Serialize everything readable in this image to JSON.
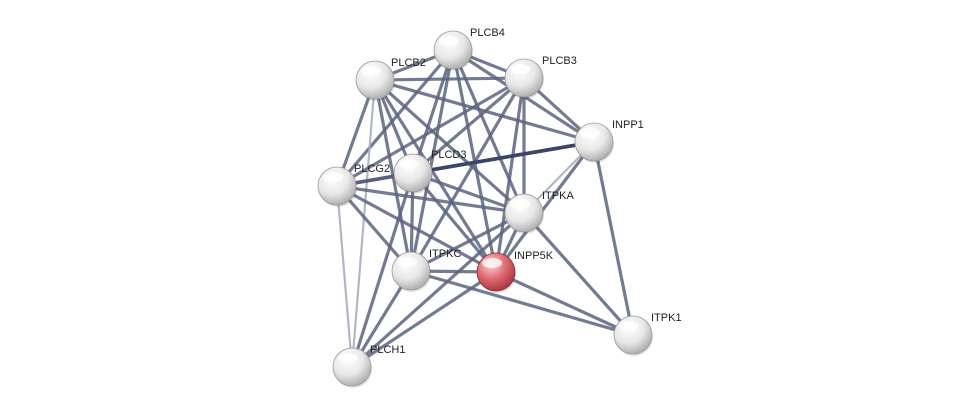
{
  "network": {
    "colors": {
      "edge": "#5a6480",
      "edge_light": "#a9aebd",
      "edge_dark": "#3a4466",
      "node": "#e6e6e6",
      "query_node": "#d9636b"
    },
    "nodes": [
      {
        "id": "PLCB4",
        "label": "PLCB4",
        "query": false
      },
      {
        "id": "PLCB2",
        "label": "PLCB2",
        "query": false
      },
      {
        "id": "PLCB3",
        "label": "PLCB3",
        "query": false
      },
      {
        "id": "INPP1",
        "label": "INPP1",
        "query": false
      },
      {
        "id": "PLCD3",
        "label": "PLCD3",
        "query": false
      },
      {
        "id": "PLCG2",
        "label": "PLCG2",
        "query": false
      },
      {
        "id": "ITPKA",
        "label": "ITPKA",
        "query": false
      },
      {
        "id": "INPP5K",
        "label": "INPP5K",
        "query": true
      },
      {
        "id": "ITPKC",
        "label": "ITPKC",
        "query": false
      },
      {
        "id": "ITPK1",
        "label": "ITPK1",
        "query": false
      },
      {
        "id": "PLCH1",
        "label": "PLCH1",
        "query": false
      }
    ],
    "edges": [
      [
        "PLCB4",
        "PLCB2"
      ],
      [
        "PLCB4",
        "PLCB3"
      ],
      [
        "PLCB4",
        "INPP1"
      ],
      [
        "PLCB4",
        "PLCD3"
      ],
      [
        "PLCB4",
        "PLCG2"
      ],
      [
        "PLCB4",
        "ITPKA"
      ],
      [
        "PLCB4",
        "INPP5K"
      ],
      [
        "PLCB4",
        "ITPKC"
      ],
      [
        "PLCB2",
        "PLCB3"
      ],
      [
        "PLCB2",
        "INPP1"
      ],
      [
        "PLCB2",
        "PLCD3"
      ],
      [
        "PLCB2",
        "PLCG2"
      ],
      [
        "PLCB2",
        "ITPKA"
      ],
      [
        "PLCB2",
        "INPP5K"
      ],
      [
        "PLCB2",
        "ITPKC"
      ],
      [
        "PLCB2",
        "PLCH1"
      ],
      [
        "PLCB3",
        "INPP1"
      ],
      [
        "PLCB3",
        "PLCD3"
      ],
      [
        "PLCB3",
        "PLCG2"
      ],
      [
        "PLCB3",
        "ITPKA"
      ],
      [
        "PLCB3",
        "INPP5K"
      ],
      [
        "PLCB3",
        "ITPKC"
      ],
      [
        "INPP1",
        "PLCG2"
      ],
      [
        "INPP1",
        "PLCD3"
      ],
      [
        "INPP1",
        "ITPKA"
      ],
      [
        "INPP1",
        "ITPK1"
      ],
      [
        "INPP1",
        "INPP5K"
      ],
      [
        "PLCD3",
        "PLCG2"
      ],
      [
        "PLCD3",
        "ITPKA"
      ],
      [
        "PLCD3",
        "INPP5K"
      ],
      [
        "PLCD3",
        "ITPKC"
      ],
      [
        "PLCD3",
        "PLCH1"
      ],
      [
        "PLCG2",
        "ITPKA"
      ],
      [
        "PLCG2",
        "INPP5K"
      ],
      [
        "PLCG2",
        "ITPKC"
      ],
      [
        "PLCG2",
        "PLCH1"
      ],
      [
        "ITPKA",
        "INPP5K"
      ],
      [
        "ITPKA",
        "ITPKC"
      ],
      [
        "ITPKA",
        "ITPK1"
      ],
      [
        "ITPKA",
        "PLCH1"
      ],
      [
        "INPP5K",
        "ITPKC"
      ],
      [
        "INPP5K",
        "ITPK1"
      ],
      [
        "INPP5K",
        "PLCH1"
      ],
      [
        "ITPKC",
        "ITPK1"
      ],
      [
        "ITPKC",
        "PLCH1"
      ]
    ],
    "light_edges": [
      [
        "PLCG2",
        "PLCH1"
      ],
      [
        "PLCB2",
        "PLCH1"
      ],
      [
        "INPP1",
        "ITPKA"
      ]
    ],
    "dark_edges": [
      [
        "PLCG2",
        "INPP1"
      ],
      [
        "PLCD3",
        "INPP1"
      ]
    ]
  }
}
